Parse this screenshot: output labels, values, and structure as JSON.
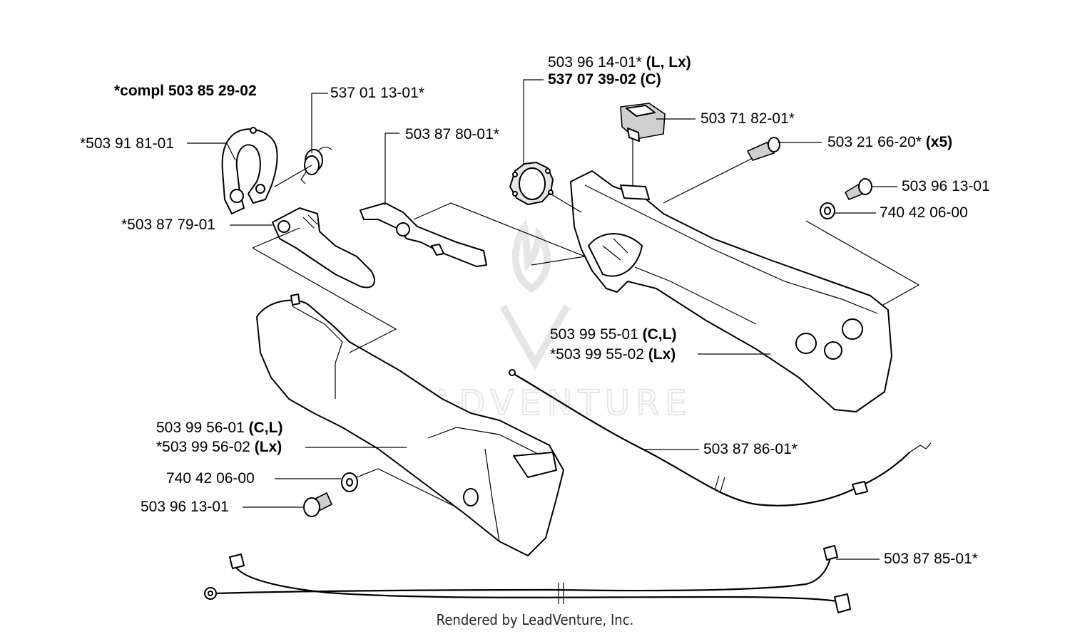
{
  "labels": {
    "compl": "*compl 503 85 29-02",
    "p503961401": "503 96 14-01*",
    "p503961401_variant": "(L, Lx)",
    "p537073902": "537 07 39-02 (C)",
    "p537011301": "537 01 13-01*",
    "p503918101": "*503 91 81-01",
    "p503878001": "503 87 80-01*",
    "p503718201": "503 71 82-01*",
    "p503216620": "503 21 66-20*",
    "p503216620_qty": "(x5)",
    "p503961301_top": "503 96 13-01",
    "p740420600_top": "740 42 06-00",
    "p503877901": "*503 87 79-01",
    "p503995501": "503 99 55-01",
    "p503995501_variant": "(C,L)",
    "p503995502": "*503 99 55-02",
    "p503995502_variant": "(Lx)",
    "p503995601": "503 99 56-01",
    "p503995601_variant": "(C,L)",
    "p503995602": "*503 99 56-02",
    "p503995602_variant": "(Lx)",
    "p503878601": "503 87 86-01*",
    "p740420600_bottom": "740 42 06-00",
    "p503961301_bottom": "503 96 13-01",
    "p503878501": "503 87 85-01*"
  },
  "watermark": "LEADVENTURE",
  "footer": "Rendered by LeadVenture, Inc.",
  "colors": {
    "line": "#000000",
    "watermark": "#e3e3e3",
    "part_fill": "#ffffff"
  }
}
